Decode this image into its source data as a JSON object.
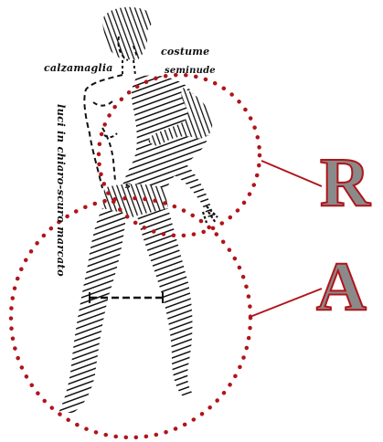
{
  "annotations": {
    "costume": "costume",
    "calzamaglia": "calzamaglia",
    "seminude": "seminude",
    "luci": "luci in chiaro-scuro marcato",
    "mark_s": "s"
  },
  "letters": {
    "top": "R",
    "bottom": "A"
  },
  "colors": {
    "circle_dots": "#b0151a",
    "connector": "#b0151a",
    "letter_outline": "#b0151a",
    "letter_fill": "#8a8a8a",
    "figure_ink": "#111111"
  }
}
